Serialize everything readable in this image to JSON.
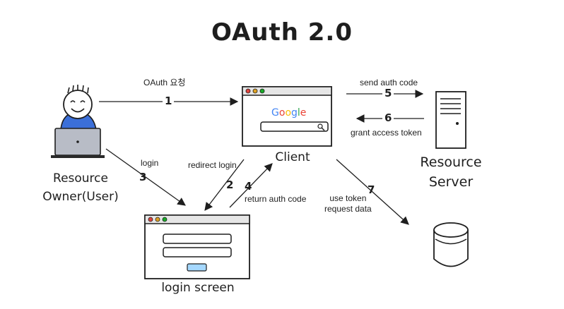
{
  "title": "OAuth 2.0",
  "nodes": {
    "resource_owner": "Resource\nOwner(User)",
    "client": "Client",
    "resource_server": "Resource\nServer",
    "login_screen": "login screen"
  },
  "logo": [
    "G",
    "o",
    "o",
    "g",
    "l",
    "e"
  ],
  "logo_colors": [
    "#4285F4",
    "#EA4335",
    "#FBBC05",
    "#4285F4",
    "#34A853",
    "#EA4335"
  ],
  "steps": {
    "s1": {
      "num": "1",
      "label": "OAuth 요청"
    },
    "s2": {
      "num": "2",
      "label": "redirect login"
    },
    "s3": {
      "num": "3",
      "label": "login"
    },
    "s4": {
      "num": "4",
      "label": "return auth code"
    },
    "s5": {
      "num": "5",
      "label": "send auth code"
    },
    "s6": {
      "num": "6",
      "label": "grant access token"
    },
    "s7": {
      "num": "7",
      "label": "use token\nrequest data"
    }
  },
  "colors": {
    "user_shirt": "#3b6fd8",
    "laptop": "#b8bcc6",
    "window_bar": "#e6e6e6",
    "dot_red": "#e0443e",
    "dot_yellow": "#dea123",
    "dot_green": "#1aab29",
    "login_button": "#a5d8ff"
  }
}
